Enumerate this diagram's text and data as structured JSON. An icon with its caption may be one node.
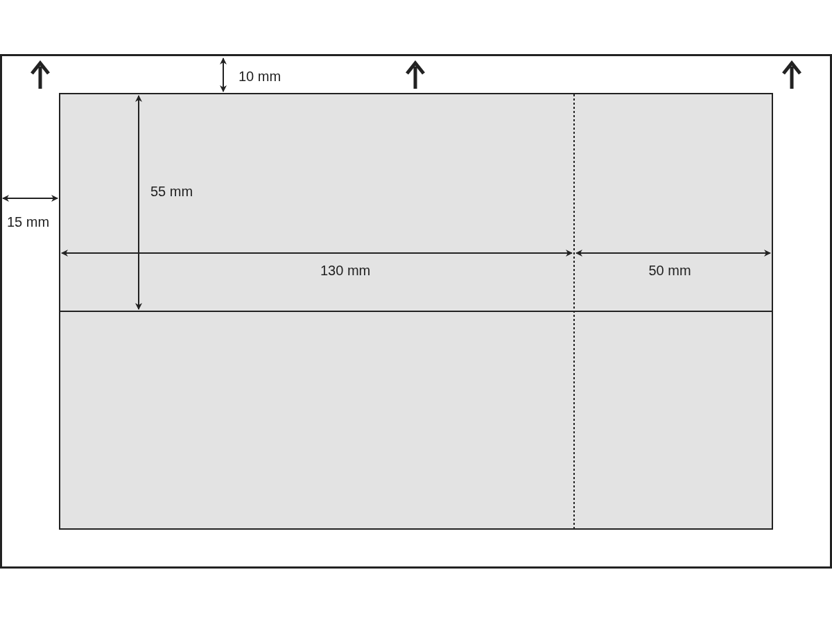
{
  "diagram": {
    "labels": [
      "10 mm",
      "55 mm",
      "15 mm",
      "130 mm",
      "50 mm"
    ]
  }
}
